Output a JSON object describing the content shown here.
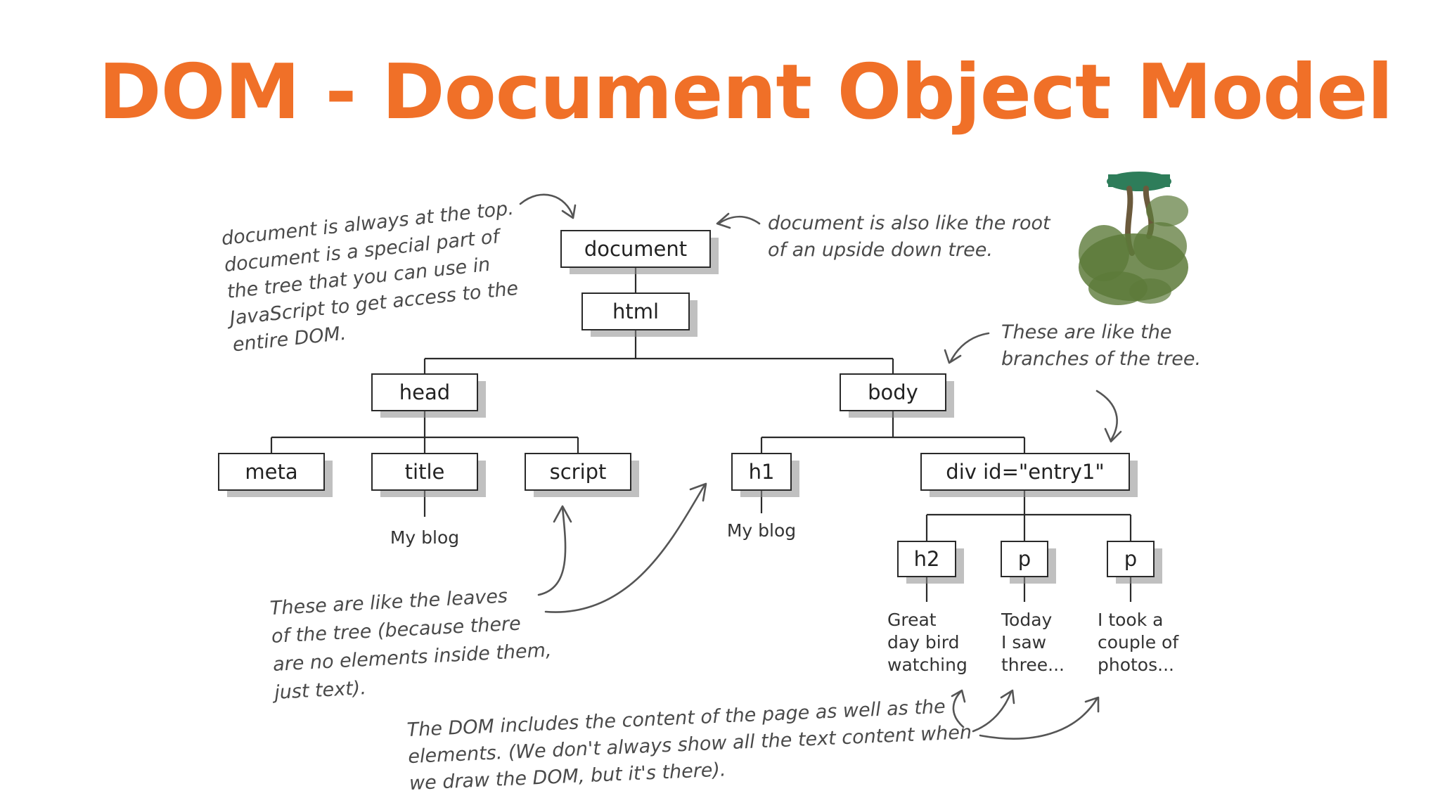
{
  "title": "DOM - Document Object Model",
  "nodes": {
    "document": "document",
    "html": "html",
    "head": "head",
    "body": "body",
    "meta": "meta",
    "title": "title",
    "script": "script",
    "h1": "h1",
    "div": "div id=\"entry1\"",
    "h2": "h2",
    "p1": "p",
    "p2": "p"
  },
  "leaf_text": {
    "title_text": "My blog",
    "h1_text": "My blog",
    "h2_text": [
      "Great",
      "day bird",
      "watching"
    ],
    "p1_text": [
      "Today",
      "I saw",
      "three..."
    ],
    "p2_text": [
      "I took a",
      "couple of",
      "photos..."
    ]
  },
  "notes": {
    "top_left": [
      "document is always at the top.",
      "document is a special part of",
      "the tree that you can use in",
      "JavaScript to get access to the",
      "entire DOM."
    ],
    "top_right": [
      "document is also like the root",
      "of an upside down tree."
    ],
    "branches": [
      "These are like the",
      "branches of the tree."
    ],
    "leaves": [
      "These are like the leaves",
      "of the tree (because there",
      "are no elements inside them,",
      "just text)."
    ],
    "content": [
      "The DOM includes the content of the page as well as the",
      "elements. (We don't always show all the text content when",
      "we draw the DOM, but it's there)."
    ]
  },
  "colors": {
    "title": "#f07028",
    "tree_foliage": "#5d7a3a",
    "tree_trunk": "#6b5a3c",
    "tree_pot": "#2e7d5a"
  }
}
